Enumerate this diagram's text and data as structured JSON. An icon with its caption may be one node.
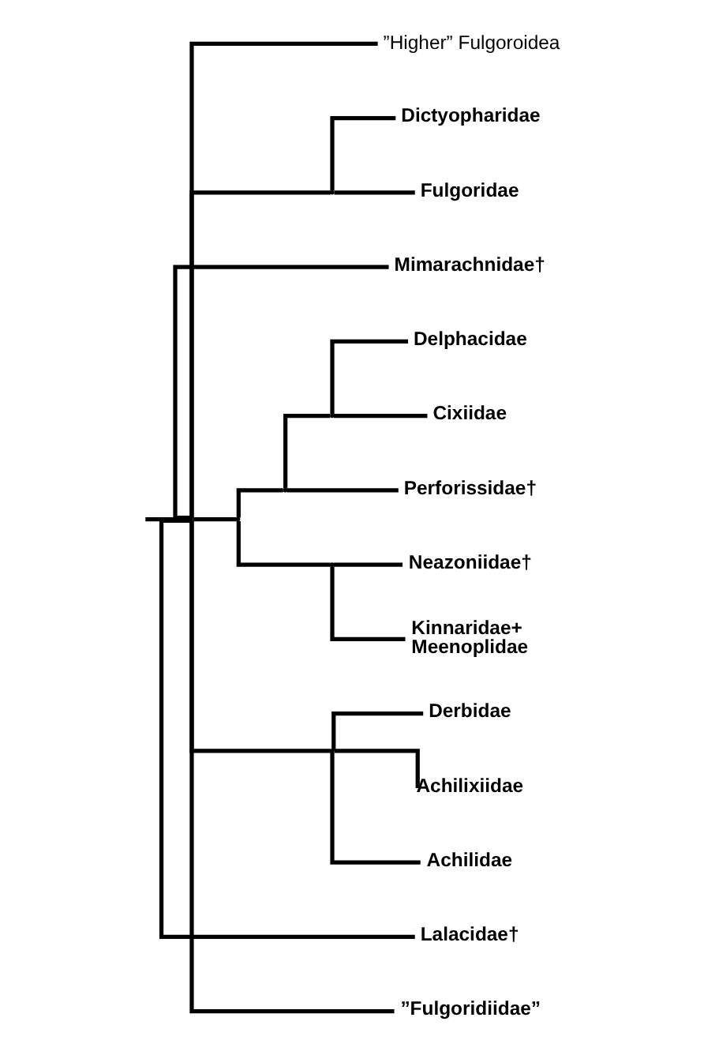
{
  "diagram": {
    "nodes": [
      {
        "text": [],
        "shape": "point"
      },
      {
        "text": [
          "”Higher” Fulgoroidea"
        ]
      },
      {
        "text": [],
        "shape": "point"
      },
      {
        "text": [
          "Dictyopharidae"
        ]
      },
      {
        "text": [
          "Fulgoridae"
        ]
      },
      {
        "text": [
          "Mimarachnidae†"
        ]
      },
      {
        "text": [],
        "shape": "point"
      },
      {
        "text": [],
        "shape": "point"
      },
      {
        "text": [],
        "shape": "point"
      },
      {
        "text": [
          "Delphacidae"
        ]
      },
      {
        "text": [
          "Cixiidae"
        ]
      },
      {
        "text": [
          "Perforissidae†"
        ]
      },
      {
        "text": [],
        "shape": "point"
      },
      {
        "text": [
          "Neazoniidae†"
        ]
      },
      {
        "text": [
          "Kinnaridae+ Meenoplidae"
        ]
      },
      {
        "text": [],
        "shape": "point"
      },
      {
        "text": [
          "Derbidae"
        ]
      },
      {
        "text": [
          "Achilixiidae"
        ]
      },
      {
        "text": [
          "Achilidae"
        ]
      },
      {
        "text": [
          "Lalacidae†"
        ]
      },
      {
        "text": [
          "”Fulgoridiidae”"
        ]
      }
    ],
    "edges": [
      {
        "from": null,
        "to": 0,
        "arrow": "none"
      },
      {
        "from": 0,
        "to": 1,
        "arrow": "none"
      },
      {
        "from": 0,
        "to": 2,
        "arrow": "none"
      },
      {
        "from": 2,
        "to": 3,
        "arrow": "none"
      },
      {
        "from": 2,
        "to": 4,
        "arrow": "none"
      },
      {
        "from": 0,
        "to": 5,
        "arrow": "none"
      },
      {
        "from": 0,
        "to": 6,
        "arrow": "none"
      },
      {
        "from": 6,
        "to": 7,
        "arrow": "none"
      },
      {
        "from": 7,
        "to": 8,
        "arrow": "none"
      },
      {
        "from": 8,
        "to": 9,
        "arrow": "none"
      },
      {
        "from": 8,
        "to": 10,
        "arrow": "none"
      },
      {
        "from": 7,
        "to": 11,
        "arrow": "none"
      },
      {
        "from": 6,
        "to": 12,
        "arrow": "none"
      },
      {
        "from": 12,
        "to": 13,
        "arrow": "none"
      },
      {
        "from": 12,
        "to": 14,
        "arrow": "none"
      },
      {
        "from": 0,
        "to": 15,
        "arrow": "none"
      },
      {
        "from": 15,
        "to": 16,
        "arrow": "none"
      },
      {
        "from": 15,
        "to": 17,
        "arrow": "none"
      },
      {
        "from": 15,
        "to": 18,
        "arrow": "none"
      },
      {
        "from": 0,
        "to": 19,
        "arrow": "none"
      },
      {
        "from": 0,
        "to": 20,
        "arrow": "none"
      }
    ]
  }
}
